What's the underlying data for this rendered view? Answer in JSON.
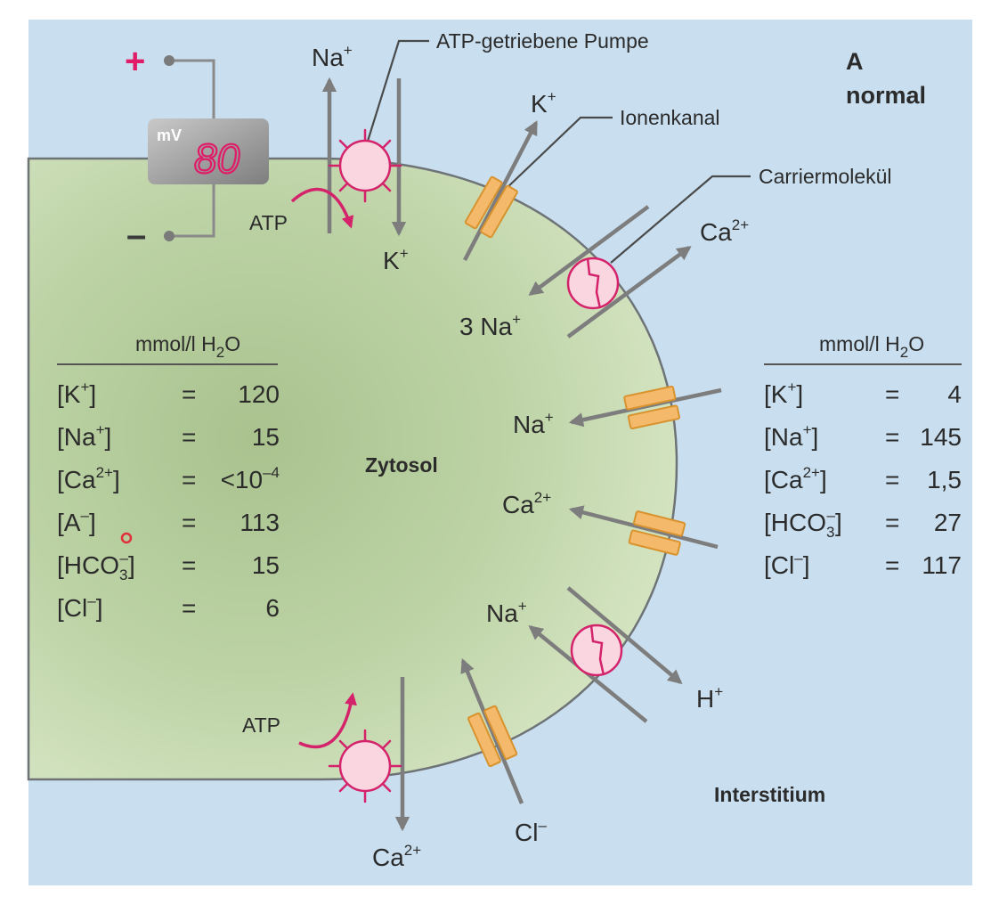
{
  "meter": {
    "plus": "+",
    "minus": "–",
    "unit": "mV",
    "reading": "80"
  },
  "panel": {
    "letter": "A",
    "state": "normal"
  },
  "regions": {
    "cell": "Zytosol",
    "outside": "Interstitium"
  },
  "callouts": {
    "pump": "ATP-getriebene Pumpe",
    "channel": "Ionenkanal",
    "carrier": "Carriermolekül"
  },
  "ions": {
    "na_top": {
      "base": "Na",
      "sup": "+"
    },
    "k_in": {
      "base": "K",
      "sup": "+"
    },
    "k_out": {
      "base": "K",
      "sup": "+"
    },
    "ca_out": {
      "base": "Ca",
      "sup": "2+"
    },
    "na3": {
      "base": "3 Na",
      "sup": "+"
    },
    "na_mid": {
      "base": "Na",
      "sup": "+"
    },
    "ca_mid": {
      "base": "Ca",
      "sup": "2+"
    },
    "na_low": {
      "base": "Na",
      "sup": "+"
    },
    "h_out": {
      "base": "H",
      "sup": "+"
    },
    "cl_out": {
      "base": "Cl",
      "sup": "–"
    },
    "ca_bottom": {
      "base": "Ca",
      "sup": "2+"
    },
    "atp_top": "ATP",
    "atp_bottom": "ATP"
  },
  "intracellular": {
    "header": {
      "base": "mmol/l H",
      "sub": "2",
      "tail": "O"
    },
    "rows": [
      {
        "pre": "[K",
        "sup": "+",
        "post": "]",
        "eq": "=",
        "val": "120"
      },
      {
        "pre": "[Na",
        "sup": "+",
        "post": "]",
        "eq": "=",
        "val": "15"
      },
      {
        "pre": "[Ca",
        "sup": "2+",
        "post": "]",
        "eq": "=",
        "val": "<10",
        "valsup": "–4"
      },
      {
        "pre": "[A",
        "sup": "–",
        "post": "]",
        "eq": "=",
        "val": "113"
      },
      {
        "pre": "[HCO",
        "sub": "3",
        "sup": "–",
        "post": "]",
        "eq": "=",
        "val": "15"
      },
      {
        "pre": "[Cl",
        "sup": "–",
        "post": "]",
        "eq": "=",
        "val": "6"
      }
    ]
  },
  "extracellular": {
    "header": {
      "base": "mmol/l H",
      "sub": "2",
      "tail": "O"
    },
    "rows": [
      {
        "pre": "[K",
        "sup": "+",
        "post": "]",
        "eq": "=",
        "val": "4"
      },
      {
        "pre": "[Na",
        "sup": "+",
        "post": "]",
        "eq": "=",
        "val": "145"
      },
      {
        "pre": "[Ca",
        "sup": "2+",
        "post": "]",
        "eq": "=",
        "val": "1,5"
      },
      {
        "pre": "[HCO",
        "sub": "3",
        "sup": "–",
        "post": "]",
        "eq": "=",
        "val": "27"
      },
      {
        "pre": "[Cl",
        "sup": "–",
        "post": "]",
        "eq": "=",
        "val": "117"
      }
    ]
  },
  "colors": {
    "background": "#c9dfef",
    "cell": "#c4d6ad",
    "membrane": "#6e7377",
    "arrow": "#7d7d7d",
    "pump": "#d4236b",
    "pump_fill": "#f9d6e0",
    "channel": "#f5b96b",
    "channel_stroke": "#d8932f",
    "meter": "#9a9a9a",
    "digit": "#e01b68"
  }
}
